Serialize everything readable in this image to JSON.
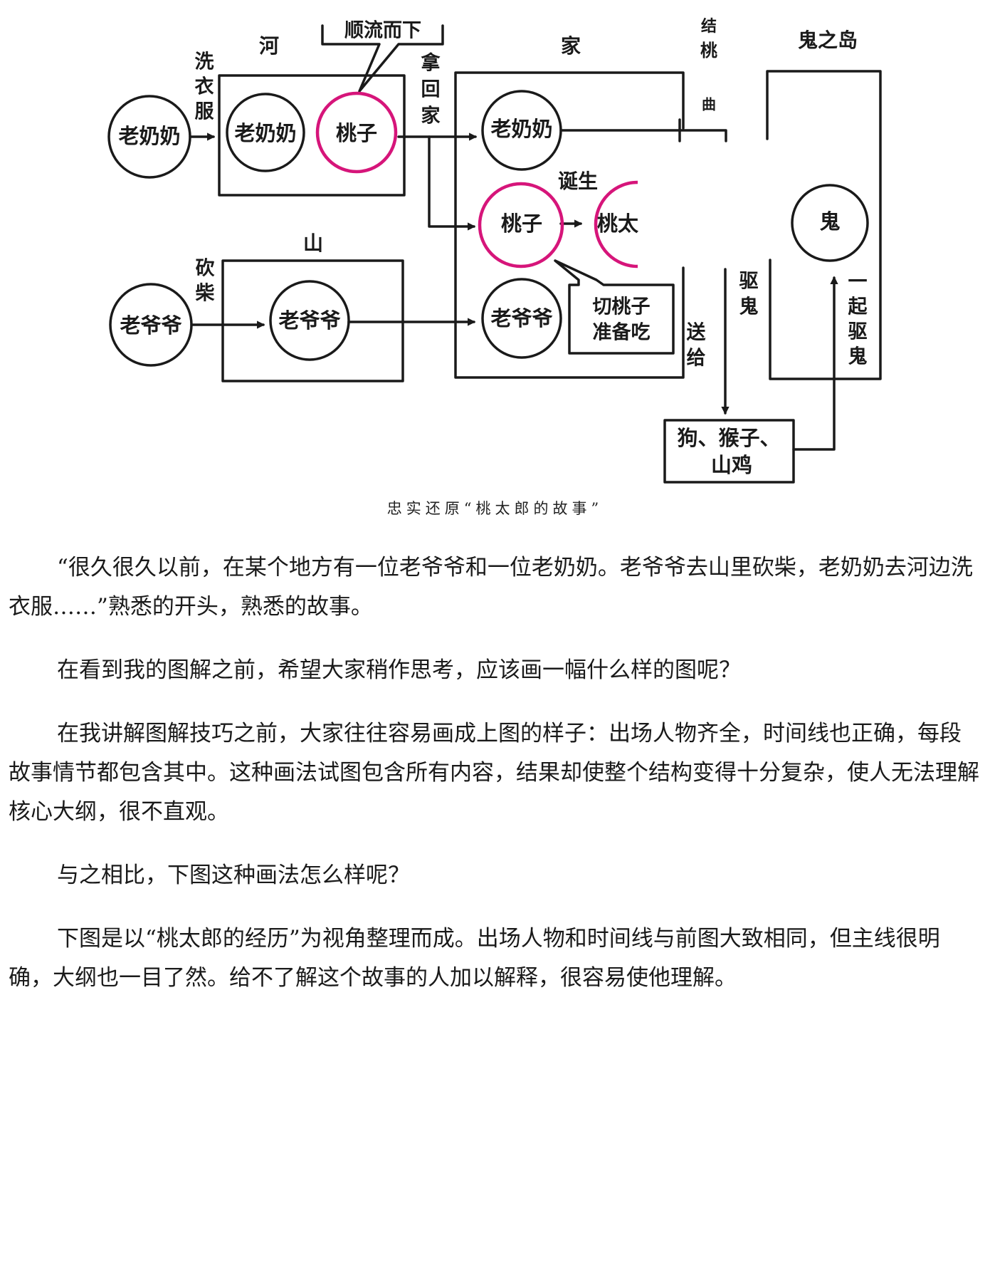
{
  "figure": {
    "region_labels": {
      "river": "河",
      "mountain": "山",
      "home": "家",
      "oni_island": "鬼之岛"
    },
    "nodes": {
      "grandma_start": "老奶奶",
      "grandma_river": "老奶奶",
      "peach_river": "桃子",
      "grandma_home": "老奶奶",
      "peach_home": "桃子",
      "momotaro": "桃太",
      "grandpa_start": "老爷爷",
      "grandpa_mountain": "老爷爷",
      "grandpa_home": "老爷爷",
      "oni": "鬼",
      "companions": [
        "狗、猴子、",
        "山鸡"
      ]
    },
    "edge_labels": {
      "wash_clothes": [
        "洗",
        "衣",
        "服"
      ],
      "take_home": [
        "拿",
        "回",
        "家"
      ],
      "chop_wood": [
        "砍",
        "柴"
      ],
      "born": "诞生",
      "give": [
        "送",
        "给"
      ],
      "expel_oni": [
        "驱",
        "鬼"
      ],
      "together_expel": [
        "一",
        "起",
        "驱",
        "鬼"
      ],
      "partial_top": [
        "结",
        "桃",
        "曲"
      ]
    },
    "callouts": {
      "downstream": "顺流而下",
      "cut_peach": [
        "切桃子",
        "准备吃"
      ]
    },
    "colors": {
      "ink": "#1a1a1a",
      "peach": "#d6157a"
    }
  },
  "caption": "忠实还原“桃太郎的故事”",
  "paragraphs": [
    "“很久很久以前，在某个地方有一位老爷爷和一位老奶奶。老爷爷去山里砍柴，老奶奶去河边洗衣服……”熟悉的开头，熟悉的故事。",
    "在看到我的图解之前，希望大家稍作思考，应该画一幅什么样的图呢？",
    "在我讲解图解技巧之前，大家往往容易画成上图的样子：出场人物齐全，时间线也正确，每段故事情节都包含其中。这种画法试图包含所有内容，结果却使整个结构变得十分复杂，使人无法理解核心大纲，很不直观。",
    "与之相比，下图这种画法怎么样呢？",
    "下图是以“桃太郎的经历”为视角整理而成。出场人物和时间线与前图大致相同，但主线很明确，大纲也一目了然。给不了解这个故事的人加以解释，很容易使他理解。"
  ]
}
